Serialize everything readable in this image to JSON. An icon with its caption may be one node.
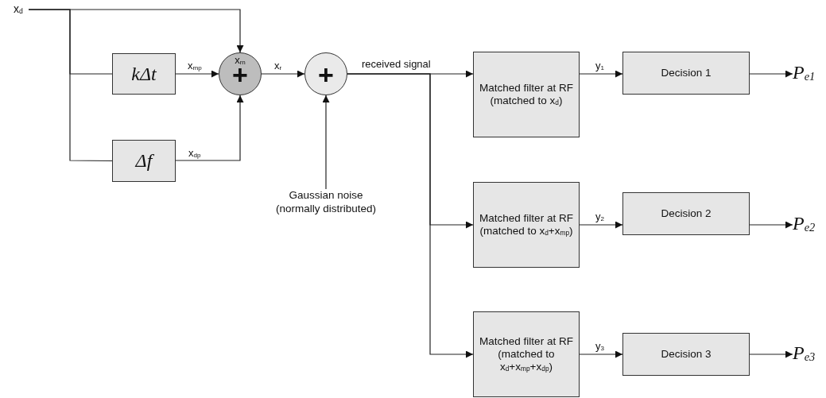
{
  "diagram": {
    "nodes": [
      {
        "text": [
          "x$_{d}$"
        ]
      },
      {
        "text": [
          "kΔt"
        ]
      },
      {
        "text": [
          "Δf"
        ]
      },
      {
        "text": [
          "x$_{rn}$",
          "+"
        ]
      },
      {
        "text": [
          "+"
        ]
      },
      {
        "text": [
          "Gaussian noise (normally distributed)"
        ]
      },
      {
        "text": [
          "Matched filter at RF (matched to x$_{d}$)"
        ]
      },
      {
        "text": [
          "Matched filter at RF (matched to x$_{d}$+x$_{mp}$)"
        ]
      },
      {
        "text": [
          "Matched filter at RF (matched to x$_{d}$+x$_{mp}$+x$_{dp}$)"
        ]
      },
      {
        "text": [
          "Decision 1"
        ]
      },
      {
        "text": [
          "Decision 2"
        ]
      },
      {
        "text": [
          "Decision 3"
        ]
      },
      {
        "text": [
          "P$_{e1}$"
        ]
      },
      {
        "text": [
          "P$_{e2}$"
        ]
      },
      {
        "text": [
          "P$_{e3}$"
        ]
      }
    ],
    "edges": [
      {
        "from": 0,
        "to": 3,
        "arrow": "to"
      },
      {
        "from": 0,
        "to": 1,
        "arrow": "none"
      },
      {
        "from": 0,
        "to": 2,
        "arrow": "none"
      },
      {
        "from": 1,
        "to": 3,
        "arrow": "to",
        "label": "x$_{mp}$"
      },
      {
        "from": 2,
        "to": 3,
        "arrow": "to",
        "label": "x$_{dp}$"
      },
      {
        "from": 3,
        "to": 4,
        "arrow": "to",
        "label": "x$_{r}$"
      },
      {
        "from": 5,
        "to": 4,
        "arrow": "to"
      },
      {
        "from": 4,
        "to": 6,
        "arrow": "to",
        "label": "received signal"
      },
      {
        "from": 4,
        "to": 7,
        "arrow": "to"
      },
      {
        "from": 4,
        "to": 8,
        "arrow": "to"
      },
      {
        "from": 6,
        "to": 9,
        "arrow": "to",
        "label": "y$_{1}$"
      },
      {
        "from": 7,
        "to": 10,
        "arrow": "to",
        "label": "y$_{2}$"
      },
      {
        "from": 8,
        "to": 11,
        "arrow": "to",
        "label": "y$_{3}$"
      },
      {
        "from": 9,
        "to": 12,
        "arrow": "to"
      },
      {
        "from": 10,
        "to": 13,
        "arrow": "to"
      },
      {
        "from": 11,
        "to": 14,
        "arrow": "to"
      }
    ]
  }
}
